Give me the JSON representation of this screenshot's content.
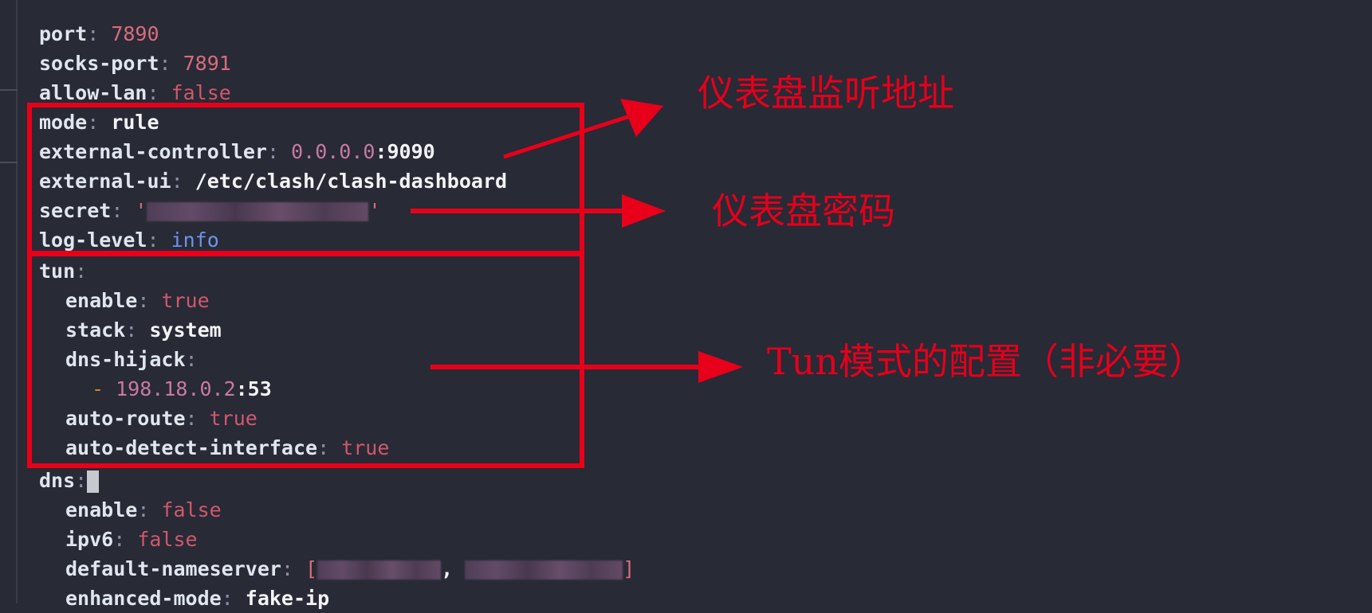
{
  "editor": {
    "lines": {
      "port": {
        "key": "port",
        "colon": ": ",
        "value": "7890"
      },
      "socks_port": {
        "key": "socks-port",
        "colon": ": ",
        "value": "7891"
      },
      "allow_lan": {
        "key": "allow-lan",
        "colon": ": ",
        "value": "false"
      },
      "mode": {
        "key": "mode",
        "colon": ": ",
        "value": "rule"
      },
      "external_controller": {
        "key": "external-controller",
        "colon": ": ",
        "ip": "0.0.0.0",
        "port": ":9090"
      },
      "external_ui": {
        "key": "external-ui",
        "colon": ": ",
        "value": "/etc/clash/clash-dashboard"
      },
      "secret": {
        "key": "secret",
        "colon": ": ",
        "quote_open": "'",
        "quote_close": "'"
      },
      "log_level": {
        "key": "log-level",
        "colon": ": ",
        "value": "info"
      },
      "tun": {
        "key": "tun",
        "colon": ":"
      },
      "tun_enable": {
        "key": "enable",
        "colon": ": ",
        "value": "true"
      },
      "tun_stack": {
        "key": "stack",
        "colon": ": ",
        "value": "system"
      },
      "tun_dns_hijack": {
        "key": "dns-hijack",
        "colon": ":"
      },
      "tun_dns_hijack_item": {
        "dash": "- ",
        "ip": "198.18.0.2",
        "port": ":53"
      },
      "tun_auto_route": {
        "key": "auto-route",
        "colon": ": ",
        "value": "true"
      },
      "tun_auto_detect_interface": {
        "key": "auto-detect-interface",
        "colon": ": ",
        "value": "true"
      },
      "dns": {
        "key": "dns",
        "colon": ":"
      },
      "dns_enable": {
        "key": "enable",
        "colon": ": ",
        "value": "false"
      },
      "dns_ipv6": {
        "key": "ipv6",
        "colon": ": ",
        "value": "false"
      },
      "dns_default_nameserver": {
        "key": "default-nameserver",
        "colon": ": ",
        "bracket_open": "[",
        "separator": ", ",
        "bracket_close": "]"
      },
      "dns_enhanced_mode": {
        "key": "enhanced-mode",
        "colon": ": ",
        "value": "fake-ip"
      }
    }
  },
  "annotations": {
    "dashboard_listen_address": "仪表盘监听地址",
    "dashboard_password": "仪表盘密码",
    "tun_config": "Tun模式的配置（非必要）"
  },
  "colors": {
    "background": "#282a36",
    "annotation_red": "#e3001b",
    "key": "#dfe6ee",
    "number": "#d96c7a",
    "boolean": "#d0586c",
    "ip": "#c77aa2",
    "info": "#6e93ea",
    "dash": "#d1822b"
  }
}
